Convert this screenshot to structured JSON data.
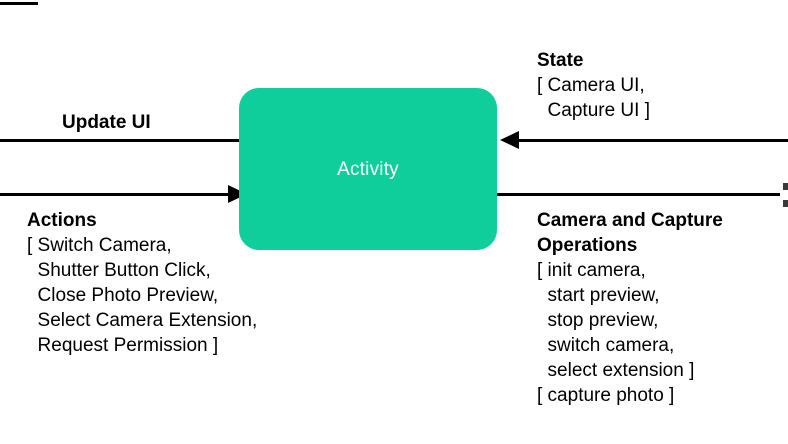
{
  "diagram": {
    "type": "data-flow-diagram",
    "background_color": "#ffffff",
    "line_color": "#000000",
    "node": {
      "label": "Activity",
      "fill_color": "#10ce9c",
      "text_color": "#ffffff",
      "shape": "rounded-rectangle"
    },
    "crop_mark": {
      "name": "top-left-crop-mark",
      "color": "#000000"
    },
    "edges": [
      {
        "id": "update-ui",
        "heading": "Update UI",
        "direction": "outgoing-left",
        "side": "left",
        "items": []
      },
      {
        "id": "actions",
        "heading": "Actions",
        "direction": "incoming-right",
        "side": "left",
        "items": [
          "[ Switch Camera,",
          "  Shutter Button Click,",
          "  Close Photo Preview,",
          "  Select Camera Extension,",
          "  Request Permission ]"
        ]
      },
      {
        "id": "state",
        "heading": "State",
        "direction": "incoming-left",
        "side": "right",
        "items": [
          "[ Camera UI,",
          "  Capture UI ]"
        ]
      },
      {
        "id": "camera-and-capture-operations",
        "heading_line_1": "Camera and Capture",
        "heading_line_2": "Operations",
        "direction": "outgoing-right",
        "side": "right",
        "items": [
          "[ init camera,",
          "  start preview,",
          "  stop preview,",
          "  switch camera,",
          "  select extension ]",
          "[ capture photo ]"
        ]
      }
    ]
  }
}
